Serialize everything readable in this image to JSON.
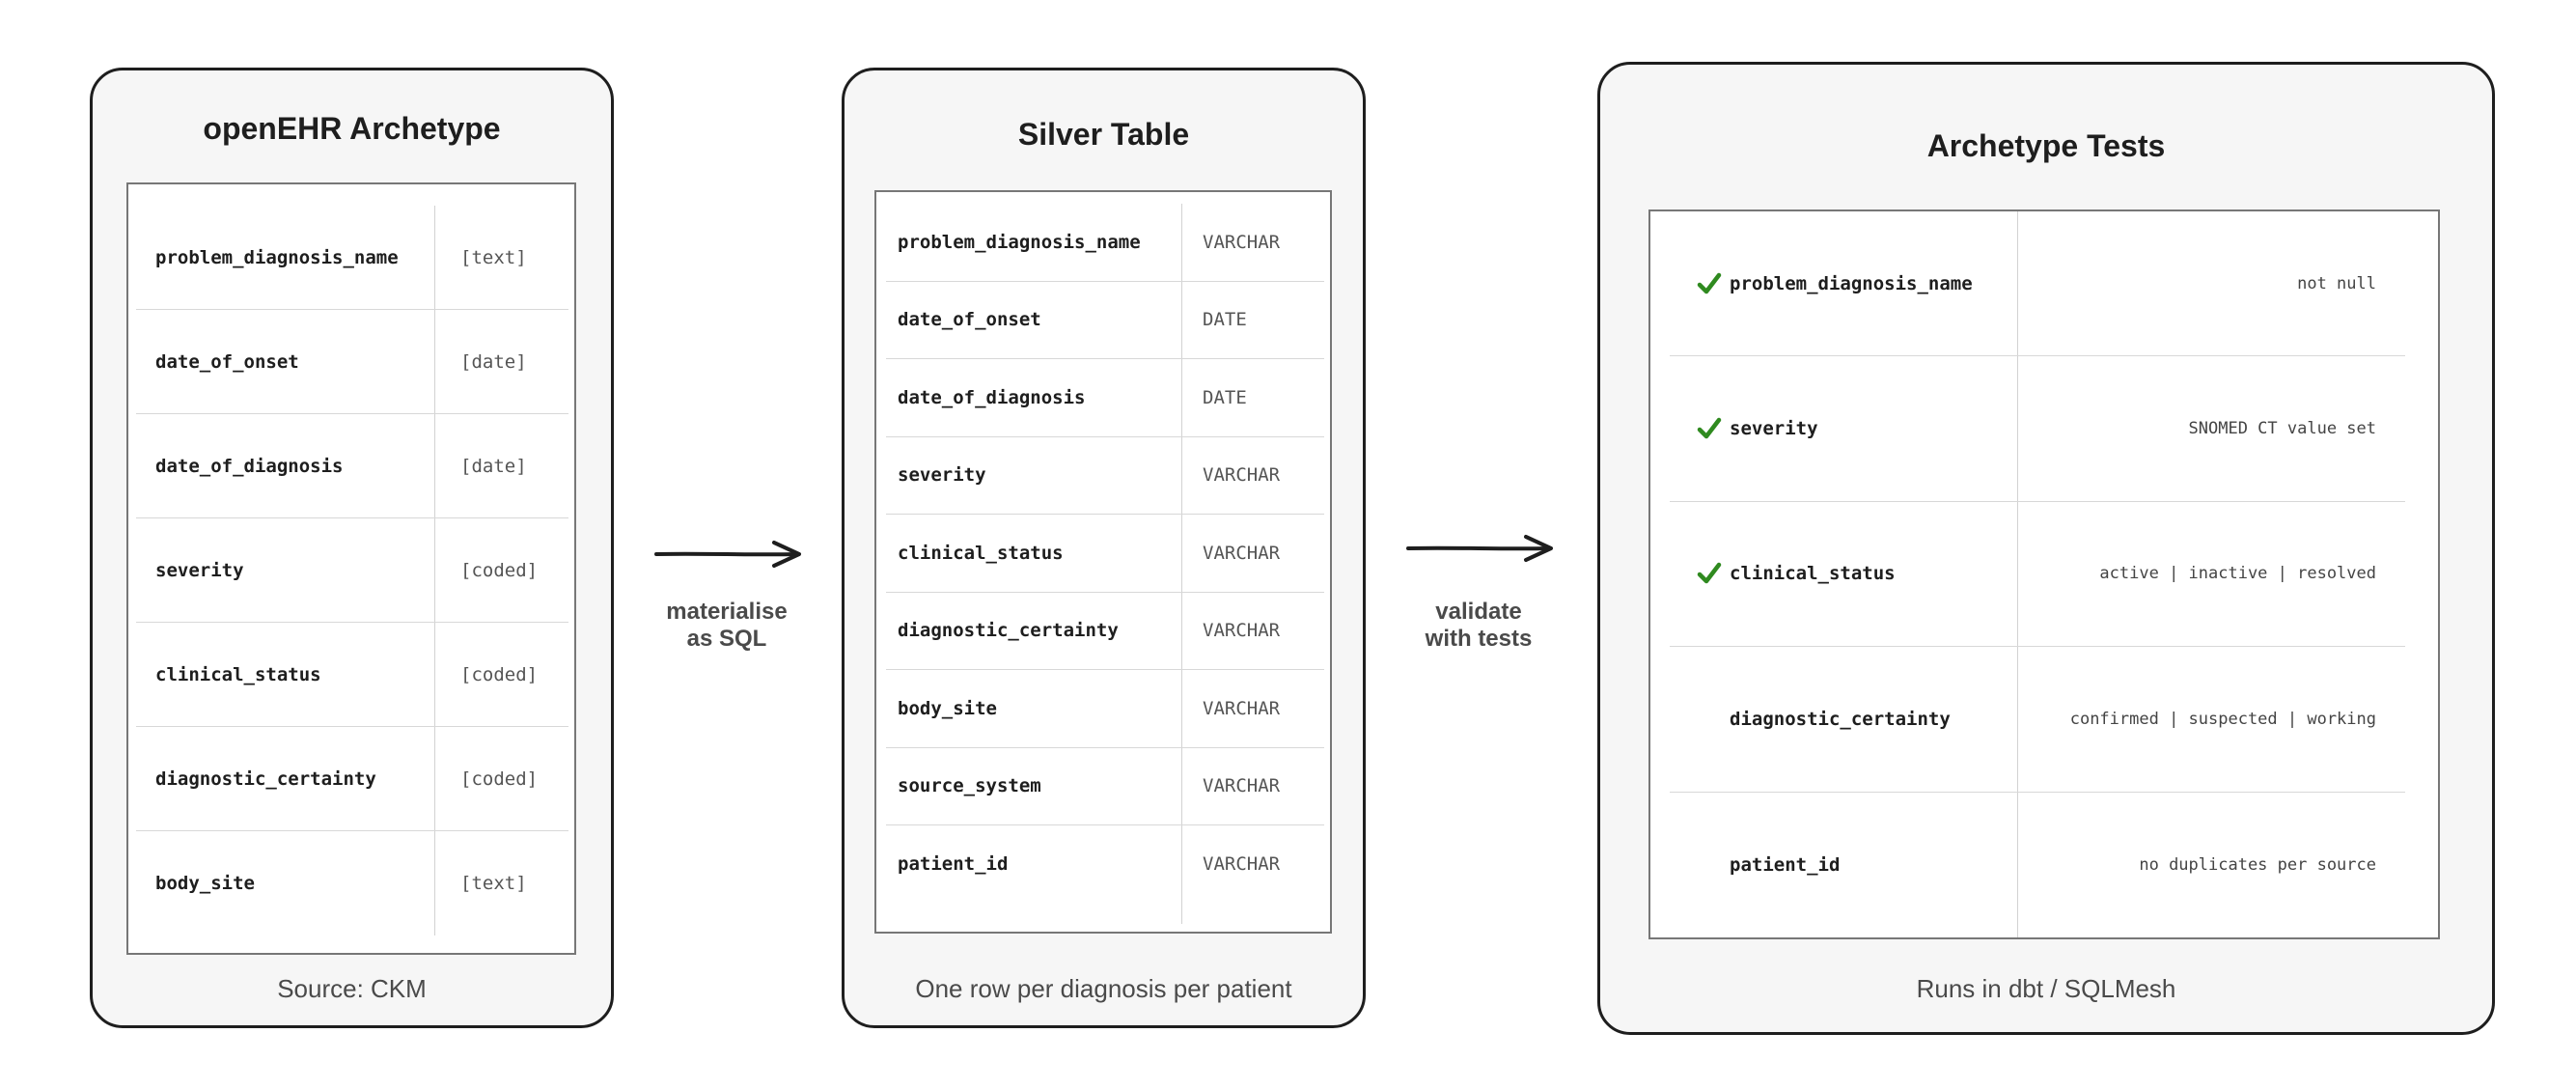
{
  "archetype": {
    "title": "openEHR Archetype",
    "caption": "Source: CKM",
    "rows": [
      {
        "name": "problem_diagnosis_name",
        "type": "[text]"
      },
      {
        "name": "date_of_onset",
        "type": "[date]"
      },
      {
        "name": "date_of_diagnosis",
        "type": "[date]"
      },
      {
        "name": "severity",
        "type": "[coded]"
      },
      {
        "name": "clinical_status",
        "type": "[coded]"
      },
      {
        "name": "diagnostic_certainty",
        "type": "[coded]"
      },
      {
        "name": "body_site",
        "type": "[text]"
      }
    ]
  },
  "arrow1": {
    "line1": "materialise",
    "line2": "as SQL"
  },
  "silver": {
    "title": "Silver Table",
    "caption": "One row per diagnosis per patient",
    "rows": [
      {
        "name": "problem_diagnosis_name",
        "type": "VARCHAR"
      },
      {
        "name": "date_of_onset",
        "type": "DATE"
      },
      {
        "name": "date_of_diagnosis",
        "type": "DATE"
      },
      {
        "name": "severity",
        "type": "VARCHAR"
      },
      {
        "name": "clinical_status",
        "type": "VARCHAR"
      },
      {
        "name": "diagnostic_certainty",
        "type": "VARCHAR"
      },
      {
        "name": "body_site",
        "type": "VARCHAR"
      },
      {
        "name": "source_system",
        "type": "VARCHAR"
      },
      {
        "name": "patient_id",
        "type": "VARCHAR"
      }
    ]
  },
  "arrow2": {
    "line1": "validate",
    "line2": "with tests"
  },
  "tests": {
    "title": "Archetype Tests",
    "caption": "Runs in dbt / SQLMesh",
    "check_color": "#2f8a1f",
    "rows": [
      {
        "name": "problem_diagnosis_name",
        "rule": "not null",
        "checked": true
      },
      {
        "name": "severity",
        "rule": "SNOMED CT value set",
        "checked": true
      },
      {
        "name": "clinical_status",
        "rule": "active | inactive | resolved",
        "checked": true
      },
      {
        "name": "diagnostic_certainty",
        "rule": "confirmed | suspected | working",
        "checked": false
      },
      {
        "name": "patient_id",
        "rule": "no duplicates per source",
        "checked": false
      }
    ]
  }
}
